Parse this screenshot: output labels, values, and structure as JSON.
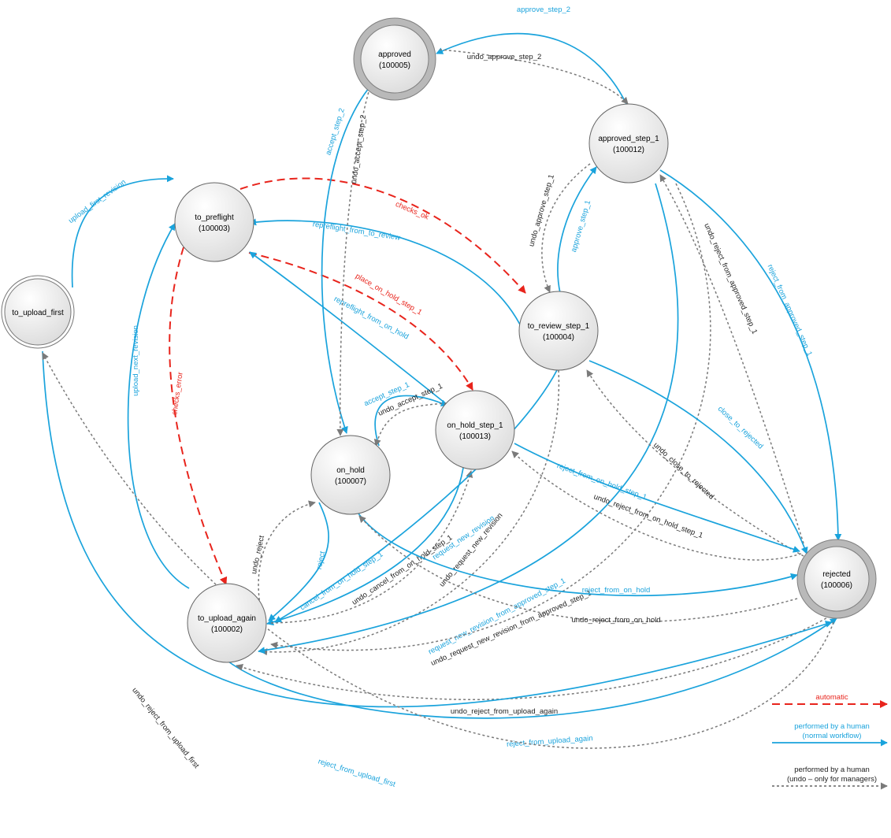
{
  "colors": {
    "automatic": "#e8241c",
    "human": "#1aa3dc",
    "undo": "#7a7a7a",
    "node_stroke": "#7f7f7f"
  },
  "states": [
    {
      "key": "to_upload_first",
      "name": "to_upload_first",
      "id": "",
      "final": false,
      "initial": true
    },
    {
      "key": "to_preflight",
      "name": "to_preflight",
      "id": "(100003)",
      "final": false
    },
    {
      "key": "approved",
      "name": "approved",
      "id": "(100005)",
      "final": true
    },
    {
      "key": "approved_step_1",
      "name": "approved_step_1",
      "id": "(100012)",
      "final": false
    },
    {
      "key": "to_review_step_1",
      "name": "to_review_step_1",
      "id": "(100004)",
      "final": false
    },
    {
      "key": "on_hold_step_1",
      "name": "on_hold_step_1",
      "id": "(100013)",
      "final": false
    },
    {
      "key": "on_hold",
      "name": "on_hold",
      "id": "(100007)",
      "final": false
    },
    {
      "key": "to_upload_again",
      "name": "to_upload_again",
      "id": "(100002)",
      "final": false
    },
    {
      "key": "rejected",
      "name": "rejected",
      "id": "(100006)",
      "final": true
    }
  ],
  "transitions": [
    {
      "label": "upload_first_revision",
      "kind": "human"
    },
    {
      "label": "upload_next_revision",
      "kind": "human"
    },
    {
      "label": "checks_ok",
      "kind": "automatic"
    },
    {
      "label": "checks_error",
      "kind": "automatic"
    },
    {
      "label": "place_on_hold_step_1",
      "kind": "automatic"
    },
    {
      "label": "repreflight_from_to_review",
      "kind": "human"
    },
    {
      "label": "repreflight_from_on_hold",
      "kind": "human"
    },
    {
      "label": "accept_step_2",
      "kind": "human"
    },
    {
      "label": "undo_accept_step_2",
      "kind": "undo"
    },
    {
      "label": "approve_step_2",
      "kind": "human"
    },
    {
      "label": "undo_approve_step_2",
      "kind": "undo"
    },
    {
      "label": "approve_step_1",
      "kind": "human"
    },
    {
      "label": "undo_approve_step_1",
      "kind": "undo"
    },
    {
      "label": "accept_step_1",
      "kind": "human"
    },
    {
      "label": "undo_accept_step_1",
      "kind": "undo"
    },
    {
      "label": "reject",
      "kind": "human"
    },
    {
      "label": "undo_reject",
      "kind": "undo"
    },
    {
      "label": "cancel_from_on_hold_step_1",
      "kind": "human"
    },
    {
      "label": "undo_cancel_from_on_hold_step_1",
      "kind": "undo"
    },
    {
      "label": "request_new_revision",
      "kind": "human"
    },
    {
      "label": "undo_request_new_revision",
      "kind": "undo"
    },
    {
      "label": "request_new_revision_from_approved_step_1",
      "kind": "human"
    },
    {
      "label": "undo_request_new_revision_from_approved_step_1",
      "kind": "undo"
    },
    {
      "label": "reject_from_approved_step_1",
      "kind": "human"
    },
    {
      "label": "undo_reject_from_approved_step_1",
      "kind": "undo"
    },
    {
      "label": "close_to_rejected",
      "kind": "human"
    },
    {
      "label": "undo_close_to_rejected",
      "kind": "undo"
    },
    {
      "label": "reject_from_on_hold_step_1",
      "kind": "human"
    },
    {
      "label": "undo_reject_from_on_hold_step_1",
      "kind": "undo"
    },
    {
      "label": "reject_from_on_hold",
      "kind": "human"
    },
    {
      "label": "undo_reject_from_on_hold",
      "kind": "undo"
    },
    {
      "label": "reject_from_upload_again",
      "kind": "human"
    },
    {
      "label": "undo_reject_from_upload_again",
      "kind": "undo"
    },
    {
      "label": "reject_from_upload_first",
      "kind": "human"
    },
    {
      "label": "undo_reject_from_upload_first",
      "kind": "undo"
    }
  ],
  "legend": [
    {
      "kind": "automatic",
      "lines": [
        "automatic"
      ]
    },
    {
      "kind": "human",
      "lines": [
        "performed by a human",
        "(normal workflow)"
      ]
    },
    {
      "kind": "undo",
      "lines": [
        "performed by a human",
        "(undo – only for managers)"
      ]
    }
  ]
}
